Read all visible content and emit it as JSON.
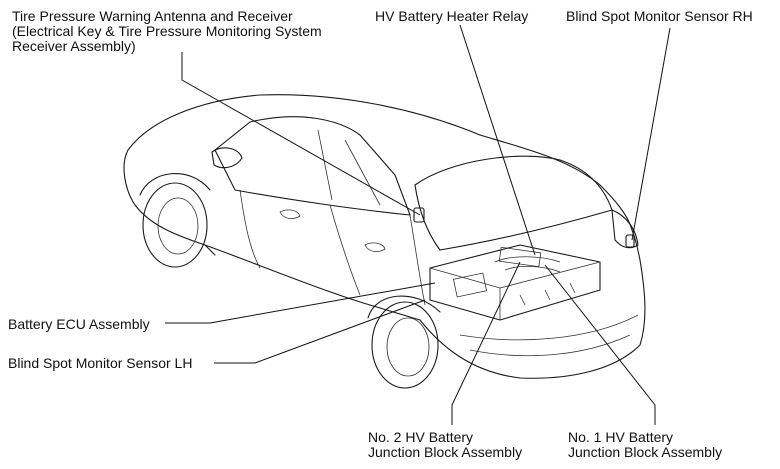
{
  "labels": {
    "tpws": "Tire Pressure Warning Antenna and Receiver\n(Electrical Key & Tire Pressure Monitoring System\nReceiver Assembly)",
    "heater_relay": "HV Battery Heater Relay",
    "bsm_rh": "Blind Spot Monitor Sensor RH",
    "battery_ecu": "Battery ECU Assembly",
    "bsm_lh": "Blind Spot Monitor Sensor LH",
    "junction_no2": "No. 2 HV Battery\nJunction Block Assembly",
    "junction_no1": "No. 1 HV Battery\nJunction Block Assembly"
  }
}
